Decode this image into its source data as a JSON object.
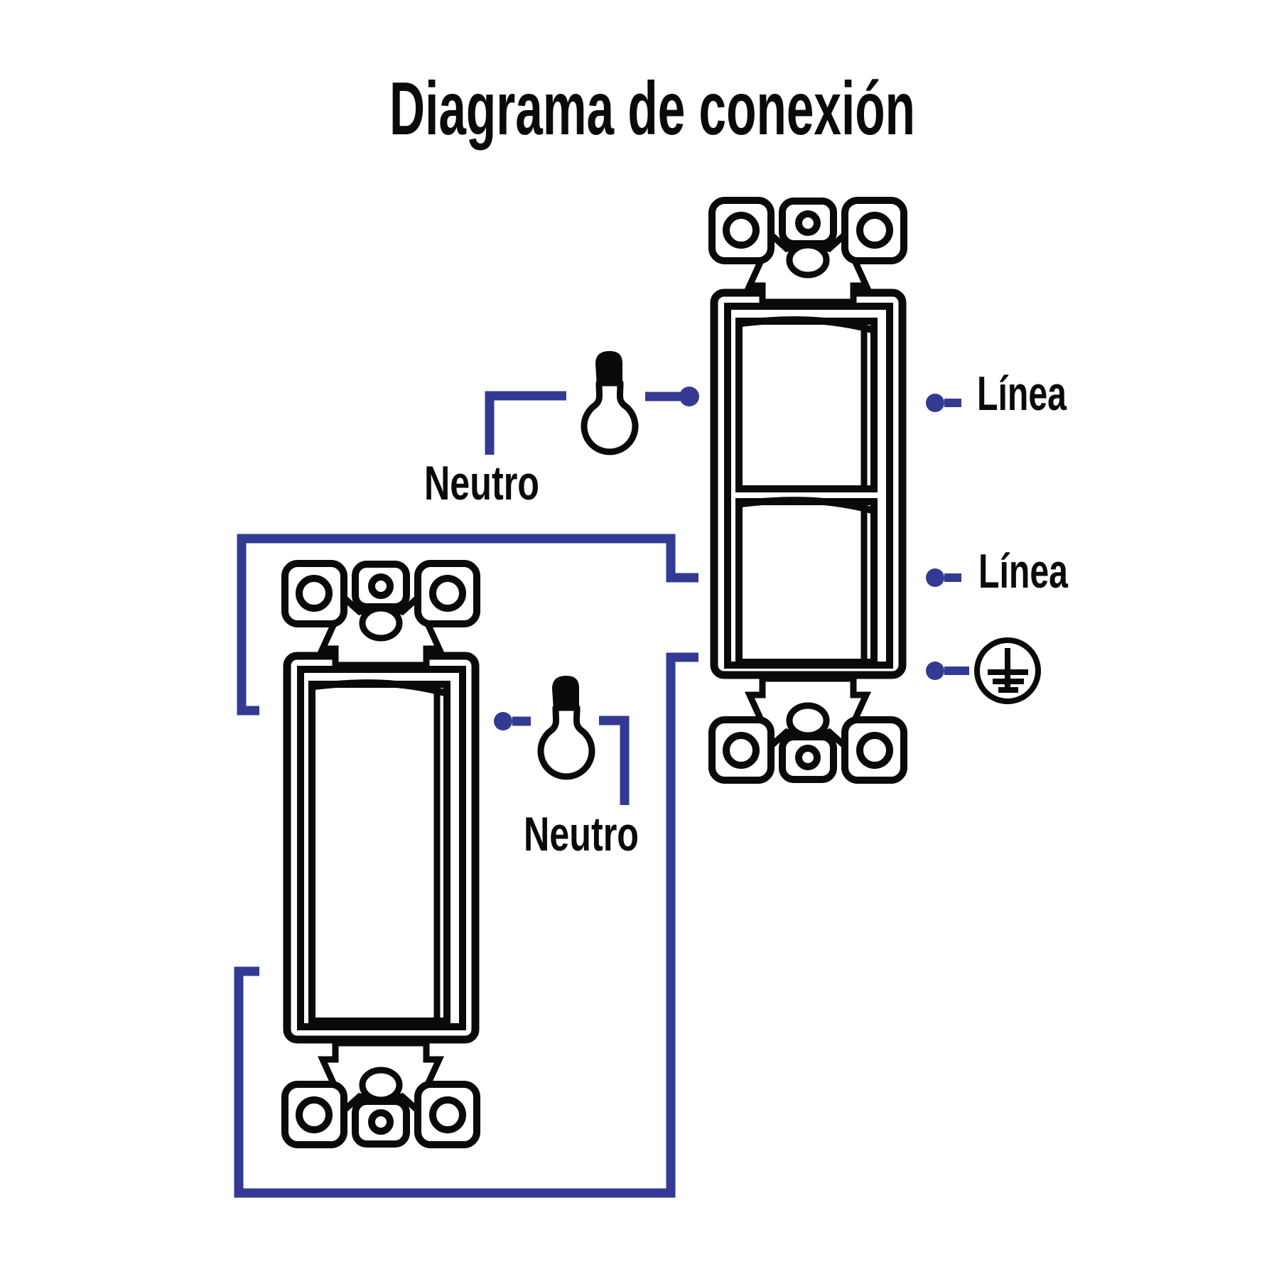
{
  "title": "Diagrama de conexión",
  "labels": {
    "neutral_top": "Neutro",
    "neutral_bottom": "Neutro",
    "line_top": "Línea",
    "line_bottom": "Línea"
  },
  "colors": {
    "wire": "#333a94",
    "outline": "#0a0a0a",
    "background": "#ffffff"
  },
  "components": {
    "switch_double": "double-rocker-switch",
    "switch_single": "single-rocker-switch",
    "bulb_top": "light-bulb",
    "bulb_bottom": "light-bulb",
    "ground": "earth-ground-terminal"
  }
}
